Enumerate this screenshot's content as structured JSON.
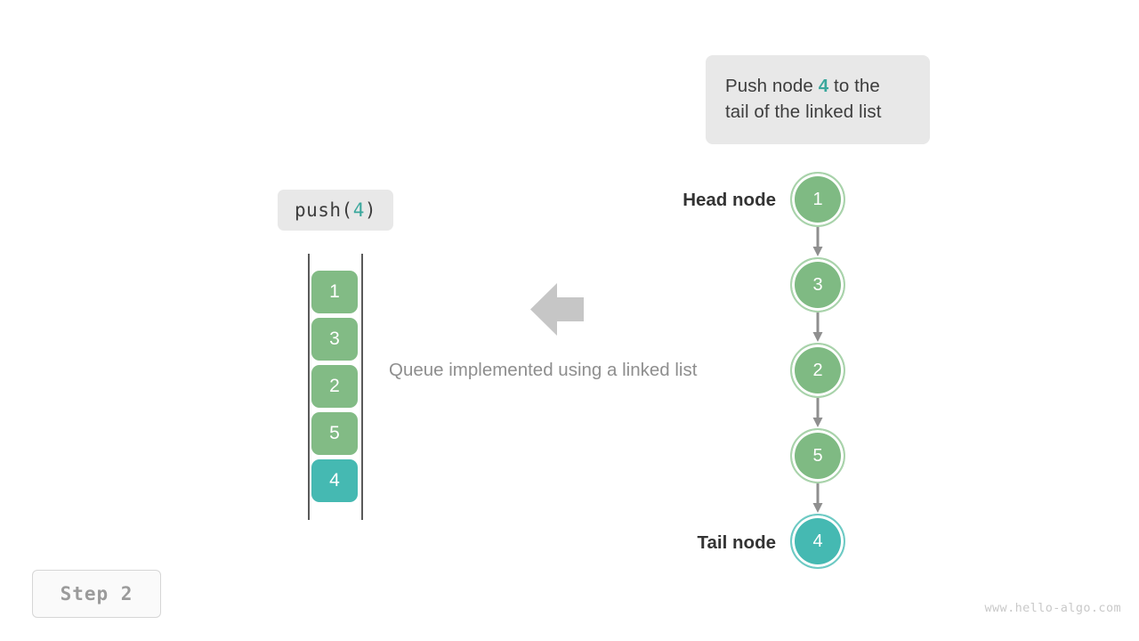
{
  "callout": {
    "text_before": "Push node ",
    "highlight": "4",
    "text_after": " to the",
    "text_line2": "tail of the linked list"
  },
  "operation": {
    "prefix": "push(",
    "argument": "4",
    "suffix": ")"
  },
  "queue": {
    "title": "queue-array-view",
    "tiles": [
      {
        "value": "1",
        "state": "normal"
      },
      {
        "value": "3",
        "state": "normal"
      },
      {
        "value": "2",
        "state": "normal"
      },
      {
        "value": "5",
        "state": "normal"
      },
      {
        "value": "4",
        "state": "highlight"
      }
    ]
  },
  "caption": "Queue implemented using a linked list",
  "linked_list": {
    "nodes": [
      {
        "value": "1",
        "state": "normal"
      },
      {
        "value": "3",
        "state": "normal"
      },
      {
        "value": "2",
        "state": "normal"
      },
      {
        "value": "5",
        "state": "normal"
      },
      {
        "value": "4",
        "state": "highlight"
      }
    ],
    "head_label": "Head node",
    "tail_label": "Tail node"
  },
  "step_badge": "Step 2",
  "watermark": "www.hello-algo.com",
  "colors": {
    "node_green": "#7fba83",
    "node_green_ring": "#a9d3ab",
    "tile_green": "#82bb85",
    "highlight_teal": "#45b9b2",
    "highlight_teal_ring": "#6ecac4",
    "accent_text_teal": "#3aa79c",
    "callout_bg": "#e8e8e8",
    "arrow_gray": "#c6c6c6",
    "connector_gray": "#8f8f8f",
    "caption_gray": "#8e8e8e",
    "rail_gray": "#5a5a5a"
  }
}
